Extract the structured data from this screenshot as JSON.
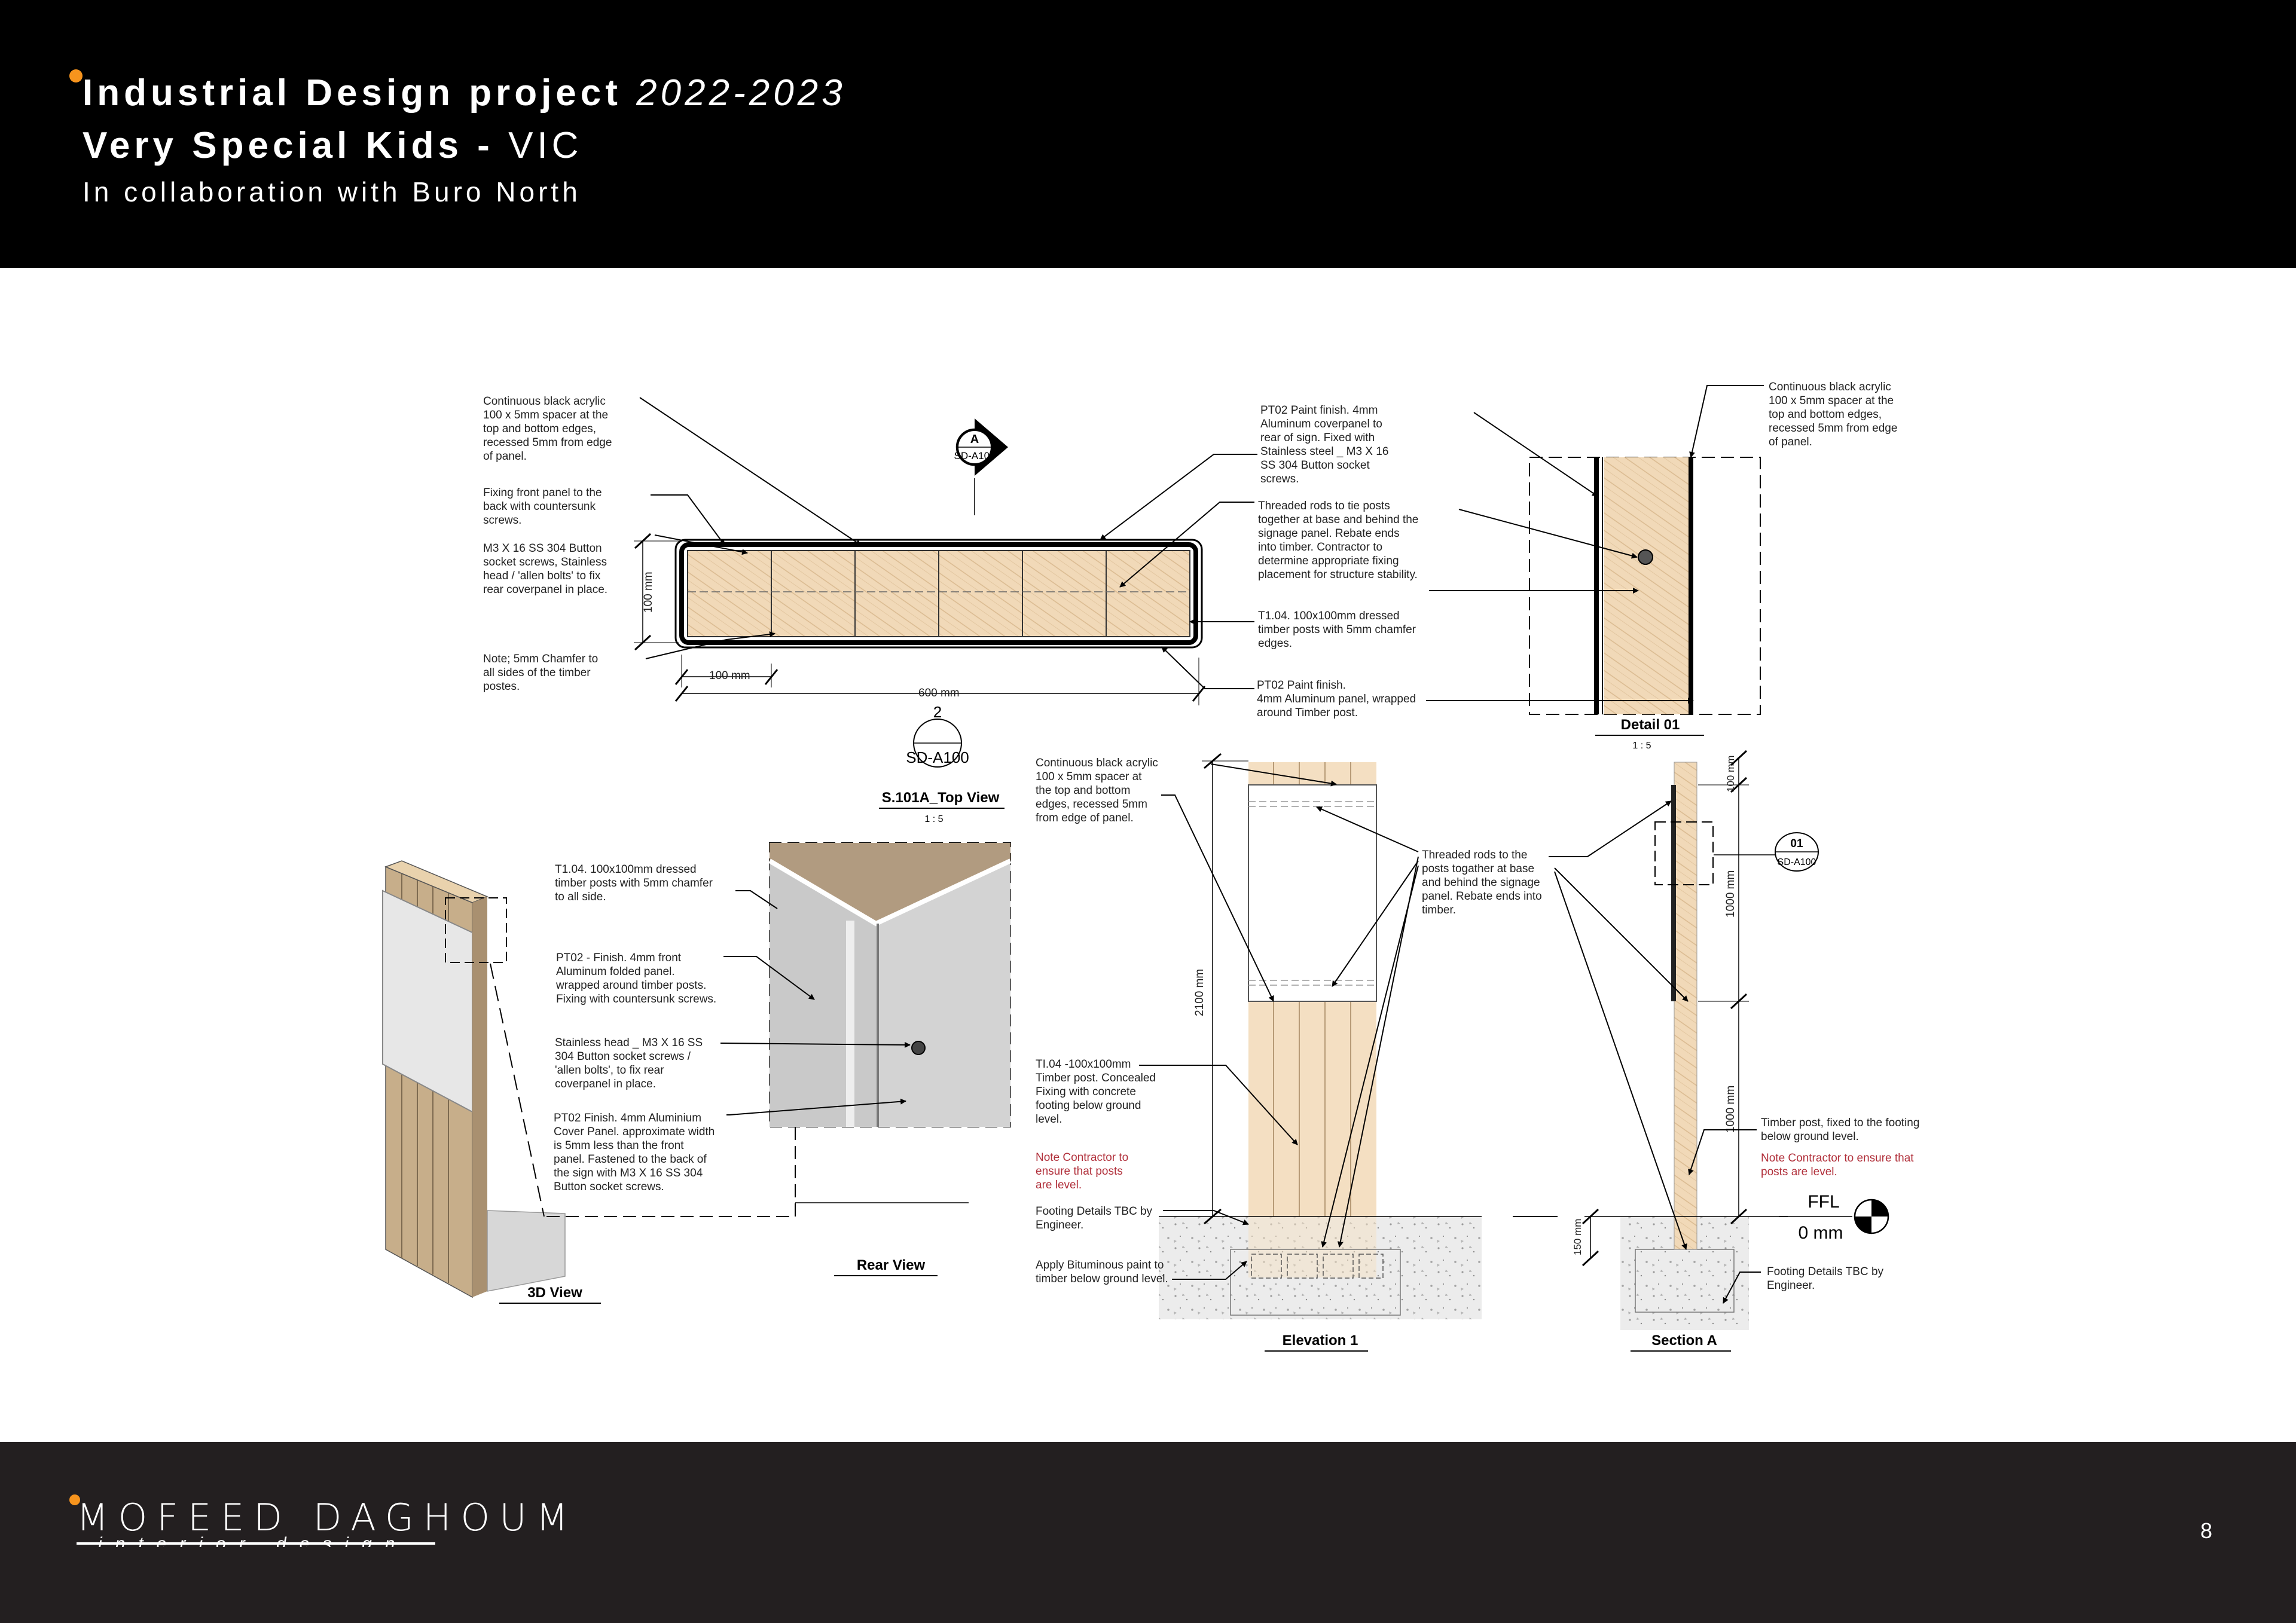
{
  "header": {
    "title": "Industrial Design project",
    "years": "2022-2023",
    "subtitle_strong": "Very Special Kids -",
    "subtitle_state": "VIC",
    "collaboration": "In collaboration with Buro North",
    "accent_color": "#f7941d"
  },
  "footer": {
    "logo_name": "MOFEED DAGHOUM",
    "logo_sub": "interior design",
    "page_number": "8"
  },
  "views": {
    "top_view": {
      "title": "S.101A_Top View",
      "scale": "1 : 5",
      "ref_number": "2",
      "ref_sheet": "SD-A100",
      "section_marker": "A",
      "section_sheet": "SD-A100",
      "dim_100": "100 mm",
      "dim_600": "600 mm",
      "dim_height": "100 mm"
    },
    "detail_01": {
      "title": "Detail 01",
      "scale": "1 : 5"
    },
    "rear_view": {
      "title": "Rear View"
    },
    "view_3d": {
      "title": "3D View"
    },
    "elevation_1": {
      "title": "Elevation 1",
      "dim_2100": "2100 mm"
    },
    "section_a": {
      "title": "Section A",
      "dim_100": "100 mm",
      "dim_1000_top": "1000 mm",
      "dim_1000_bottom": "1000 mm",
      "dim_150": "150 mm",
      "ffl": "FFL",
      "ffl_level": "0 mm",
      "detail_ref": "01",
      "detail_sheet": "SD-A100"
    }
  },
  "notes": {
    "top_acrylic": [
      "Continuous black acrylic",
      "100 x 5mm spacer at the",
      "top and bottom edges,",
      "recessed 5mm from edge",
      "of panel."
    ],
    "top_fixing": [
      "Fixing front panel to the",
      "back with countersunk",
      "screws."
    ],
    "top_m3": [
      "M3 X 16 SS 304 Button",
      "socket screws, Stainless",
      "head / 'allen bolts' to fix",
      "rear coverpanel in place."
    ],
    "top_chamfer": [
      "Note; 5mm Chamfer to",
      "all sides of the timber",
      "postes."
    ],
    "top_pt02a": [
      "PT02 Paint finish. 4mm",
      "Aluminum coverpanel to",
      "rear of sign. Fixed with",
      "Stainless steel _ M3 X 16",
      "SS 304 Button socket",
      "screws."
    ],
    "top_rods": [
      "Threaded rods to tie posts",
      "together at base and behind the",
      "signage panel. Rebate ends",
      "into timber. Contractor to",
      "determine appropriate fixing",
      "placement for structure stability."
    ],
    "top_t104": [
      "T1.04. 100x100mm dressed",
      "timber posts with 5mm chamfer",
      "edges."
    ],
    "top_pt02b": [
      "PT02 Paint finish.",
      "4mm Aluminum panel, wrapped",
      "around Timber post."
    ],
    "detail_acrylic": [
      "Continuous black acrylic",
      "100 x 5mm spacer at the",
      "top and bottom edges,",
      "recessed 5mm from edge",
      "of panel."
    ],
    "rear_t104": [
      "T1.04. 100x100mm dressed",
      "timber posts with 5mm chamfer",
      "to all side."
    ],
    "rear_pt02": [
      "PT02 - Finish. 4mm front",
      "Aluminum folded panel.",
      "wrapped around timber posts.",
      "Fixing with countersunk screws."
    ],
    "rear_stainless": [
      "Stainless head _ M3 X 16 SS",
      "304 Button socket screws /",
      "'allen bolts',  to fix rear",
      "coverpanel in place."
    ],
    "rear_pt02b": [
      "PT02 Finish. 4mm Aluminium",
      "Cover Panel. approximate width",
      "is 5mm less than the front",
      "panel. Fastened to the back of",
      "the sign with M3 X 16 SS 304",
      "Button socket screws."
    ],
    "elev_acrylic": [
      "Continuous black acrylic",
      "100 x 5mm spacer at",
      "the top and bottom",
      "edges, recessed 5mm",
      "from edge of panel."
    ],
    "elev_rods": [
      "Threaded rods to the",
      "posts togather at base",
      "and behind the signage",
      "panel. Rebate ends into",
      "timber."
    ],
    "elev_t104": [
      "TI.04 -100x100mm",
      "Timber post. Concealed",
      "Fixing with concrete",
      "footing below ground",
      "level."
    ],
    "elev_contractor": [
      "Note Contractor to",
      "ensure that posts",
      "are level."
    ],
    "elev_footing": [
      "Footing Details TBC by",
      "Engineer."
    ],
    "elev_bitumen": [
      "Apply Bituminous paint to",
      "timber below ground level."
    ],
    "sec_timber": [
      "Timber post, fixed to the footing",
      "below ground level."
    ],
    "sec_contractor": [
      "Note Contractor to ensure that",
      "posts are level."
    ],
    "sec_footing": [
      "Footing Details TBC by",
      "Engineer."
    ]
  }
}
